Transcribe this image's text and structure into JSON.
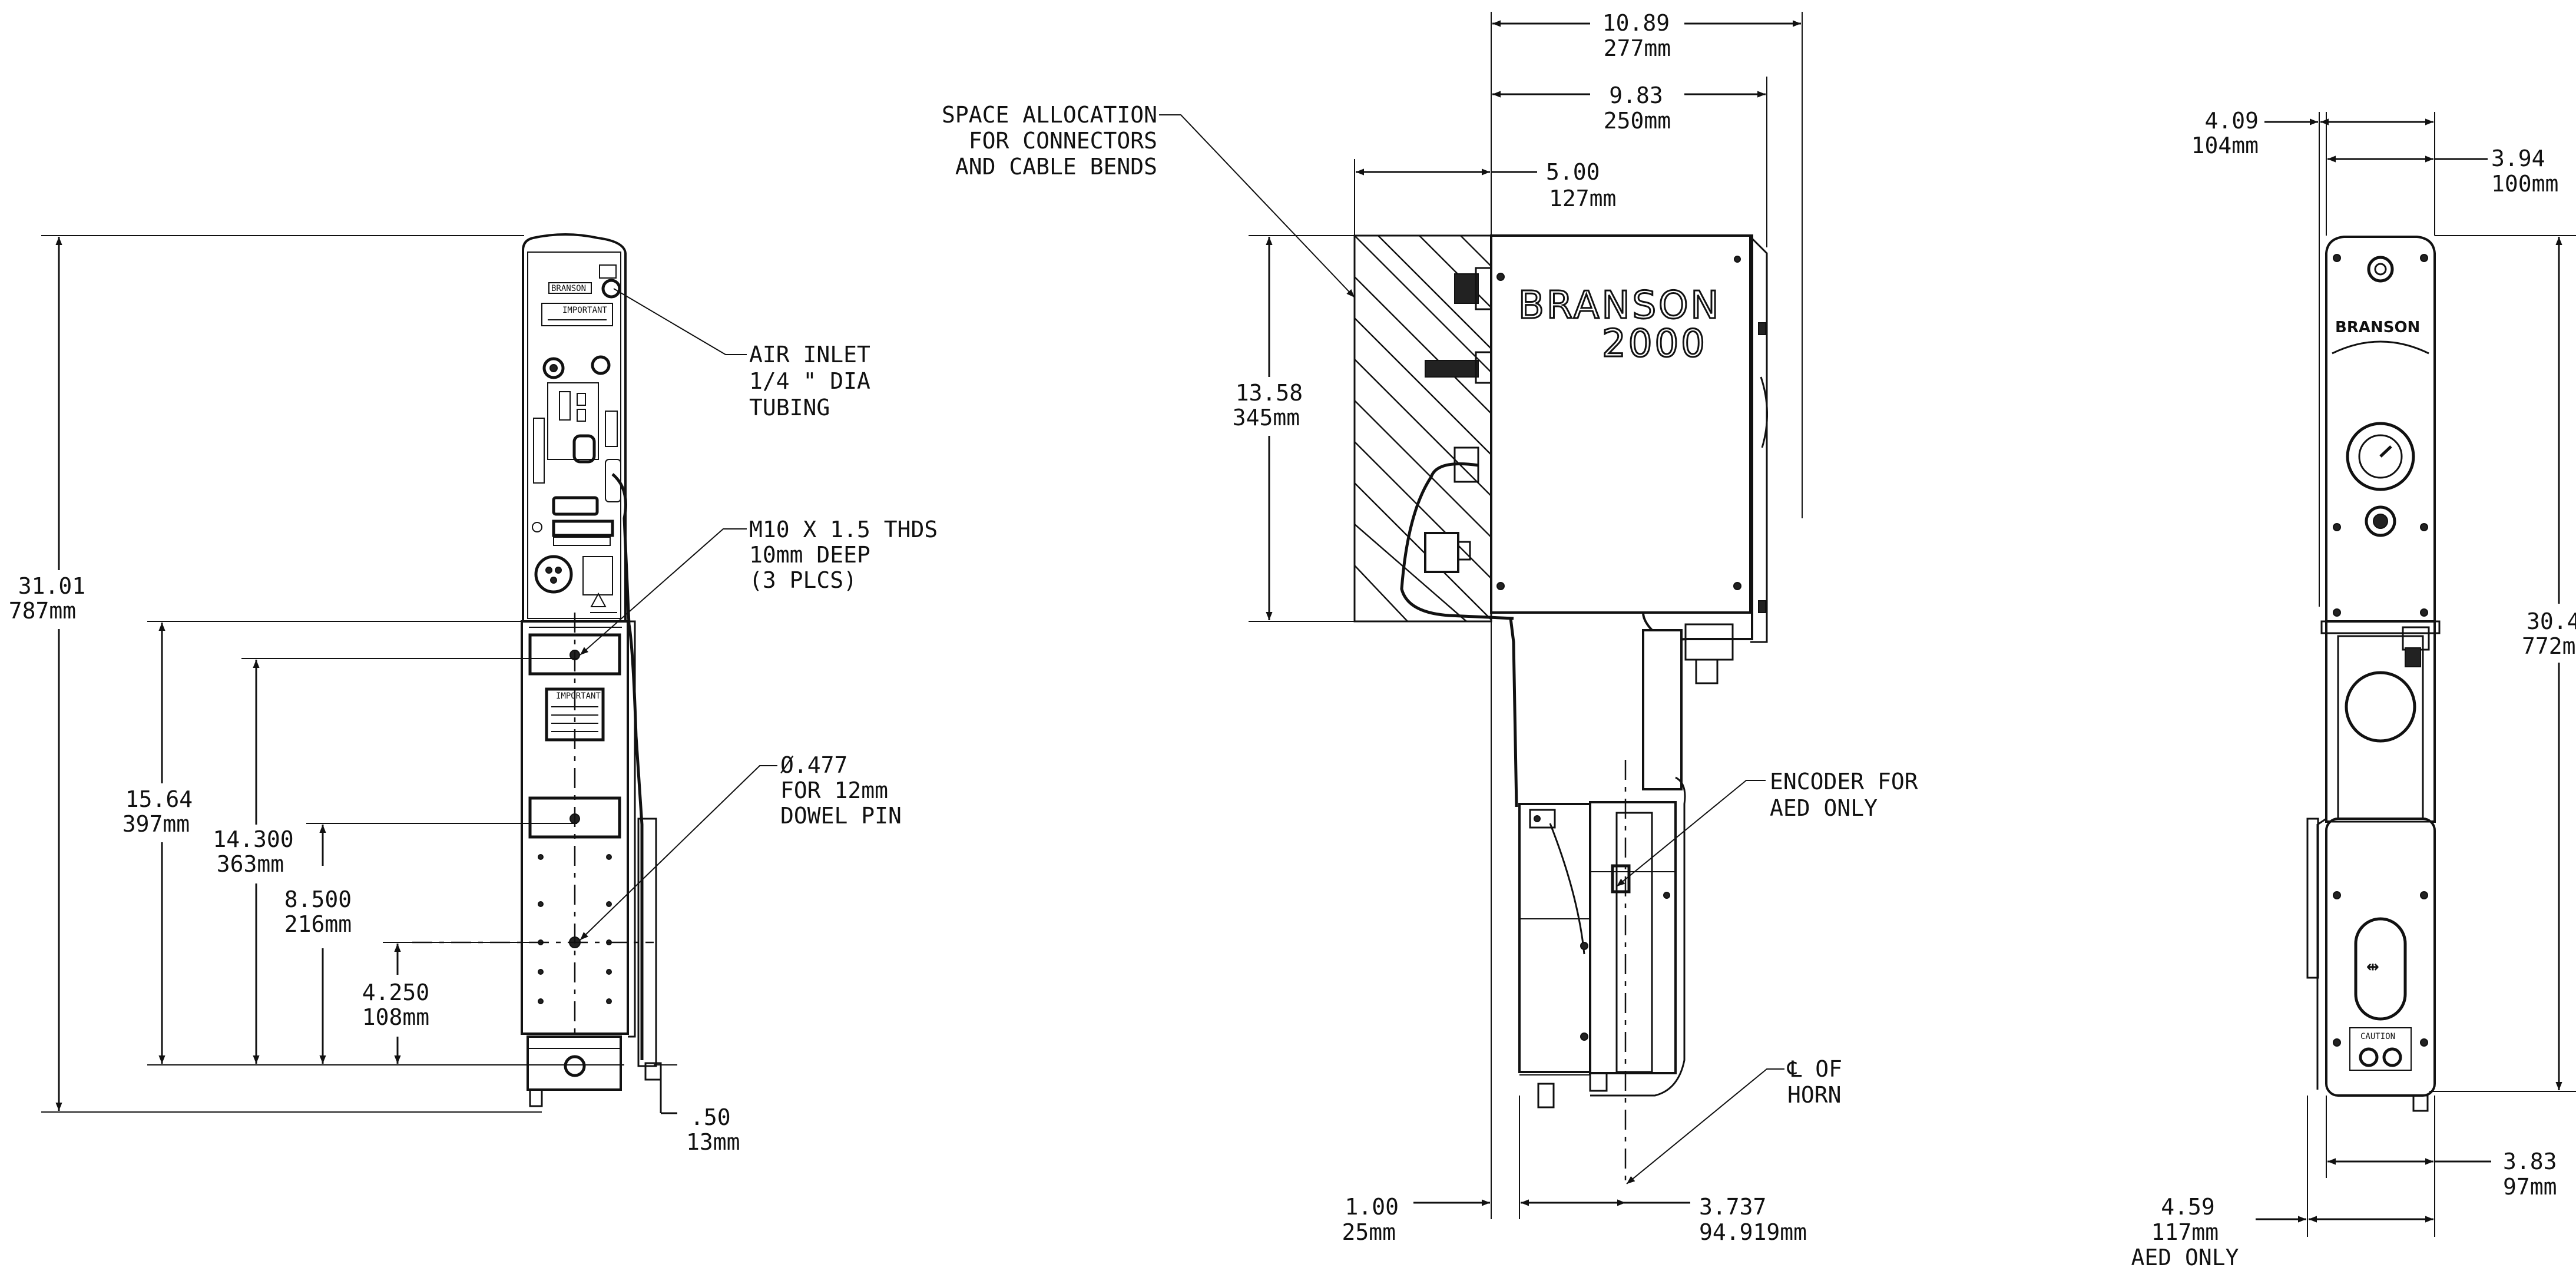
{
  "brand": {
    "name": "BRANSON",
    "model": "2000",
    "logo_small": "BRANSON"
  },
  "callouts": {
    "air_inlet": [
      "AIR INLET",
      "1/4 \" DIA",
      "TUBING"
    ],
    "mounting_threads": [
      "M10 X 1.5 THDS",
      "10mm DEEP",
      "(3 PLCS)"
    ],
    "dowel_pin": [
      "Ø.477",
      "FOR 12mm",
      "DOWEL PIN"
    ],
    "space_allocation": [
      "SPACE ALLOCATION",
      "FOR CONNECTORS",
      "AND CABLE BENDS"
    ],
    "encoder": [
      "ENCODER FOR",
      "AED ONLY"
    ],
    "horn_centerline": [
      "℄ OF",
      "HORN"
    ],
    "caution": "CAUTION",
    "important": "IMPORTANT"
  },
  "dimensions": {
    "front_height": [
      "31.01",
      "787mm"
    ],
    "front_15_64": [
      "15.64",
      "397mm"
    ],
    "front_14_300": [
      "14.300",
      "363mm"
    ],
    "front_8_500": [
      "8.500",
      "216mm"
    ],
    "front_4_250": [
      "4.250",
      "108mm"
    ],
    "front_0_50": [
      ".50",
      "13mm"
    ],
    "side_width_10_89": [
      "10.89",
      "277mm"
    ],
    "side_width_9_83": [
      "9.83",
      "250mm"
    ],
    "side_depth_5_00": [
      "5.00",
      "127mm"
    ],
    "side_height_13_58": [
      "13.58",
      "345mm"
    ],
    "side_1_00": [
      "1.00",
      "25mm"
    ],
    "side_3_737": [
      "3.737",
      "94.919mm"
    ],
    "rear_4_09": [
      "4.09",
      "104mm"
    ],
    "rear_3_94": [
      "3.94",
      "100mm"
    ],
    "rear_30_4": [
      "30.4",
      "772m"
    ],
    "rear_3_83": [
      "3.83",
      "97mm"
    ],
    "rear_4_59": [
      "4.59",
      "117mm",
      "AED ONLY"
    ]
  }
}
